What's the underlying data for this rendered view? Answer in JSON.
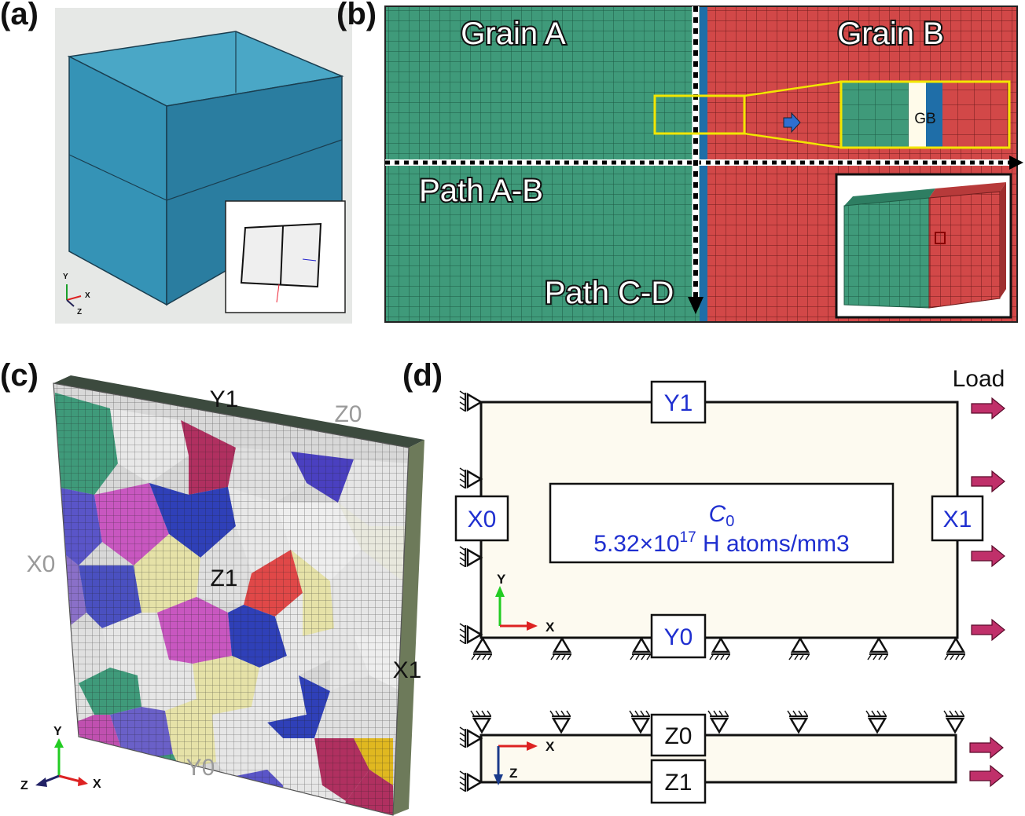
{
  "panels": {
    "a": {
      "letter": "(a)",
      "axis": {
        "y": "Y",
        "x": "X",
        "z": "Z"
      }
    },
    "b": {
      "letter": "(b)",
      "grain_a": "Grain A",
      "grain_b": "Grain B",
      "path_ab": "Path A-B",
      "path_cd": "Path C-D",
      "gb_label": "GB"
    },
    "c": {
      "letter": "(c)",
      "labels": {
        "y1": "Y1",
        "z0": "Z0",
        "x0": "X0",
        "z1": "Z1",
        "x1": "X1",
        "y0": "Y0"
      },
      "axis": {
        "y": "Y",
        "x": "X",
        "z": "Z"
      }
    },
    "d": {
      "letter": "(d)",
      "load": "Load",
      "face_labels": {
        "y1": "Y1",
        "x0": "X0",
        "x1": "X1",
        "y0": "Y0",
        "z0": "Z0",
        "z1": "Z1"
      },
      "c0_symbol": "C",
      "c0_sub": "0",
      "c0_value_prefix": "5.32×10",
      "c0_value_exp": "17",
      "c0_value_suffix": " H atoms/mm3",
      "axis_top": {
        "y": "Y",
        "x": "X"
      },
      "axis_bottom": {
        "x": "X",
        "z": "Z"
      }
    }
  },
  "colors": {
    "cube": "#2f8fb0",
    "grain_green": "#3f9a7a",
    "grain_red": "#d24848",
    "gb_blue": "#1f6ea8",
    "highlight_yellow": "#f2e600",
    "load_arrow": "#c0306a",
    "label_blue": "#1f2fd0",
    "label_gray": "#9a9a9a",
    "panel_d_fill": "#fdfaf0"
  }
}
